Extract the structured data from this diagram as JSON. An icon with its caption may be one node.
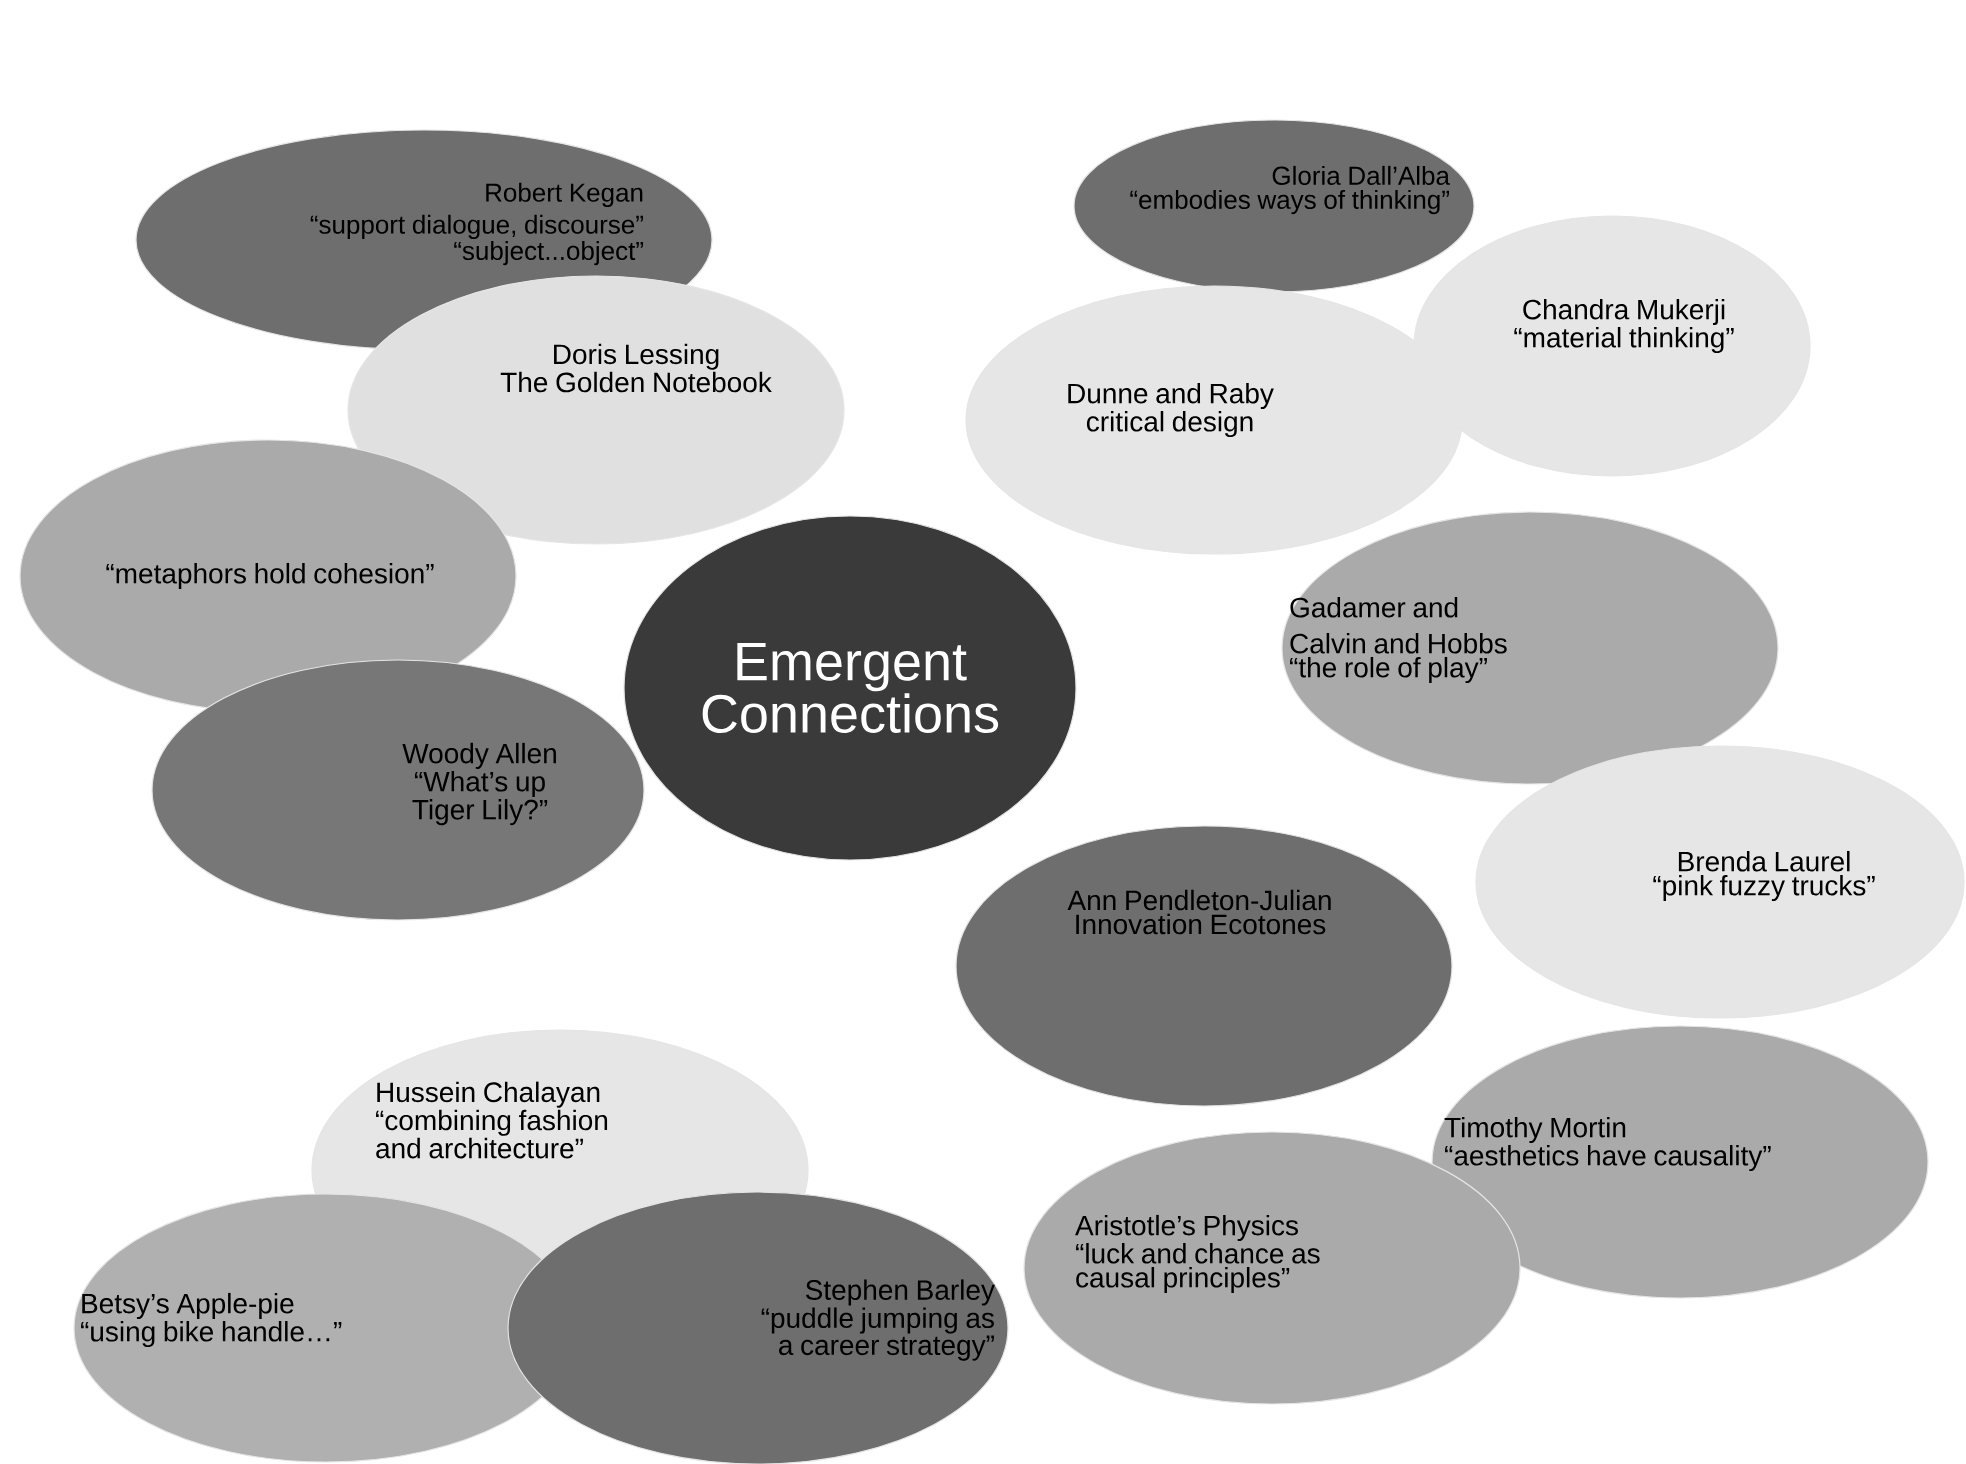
{
  "diagram": {
    "nodes": [
      {
        "text": [
          "Robert Kegan",
          "“support dialogue, discourse”",
          "“subject...object”"
        ]
      },
      {
        "text": [
          "Gloria Dall’Alba",
          "“embodies ways of thinking”"
        ]
      },
      {
        "text": [
          "Doris Lessing",
          "The Golden Notebook"
        ]
      },
      {
        "text": [
          "Dunne and Raby",
          "critical design"
        ]
      },
      {
        "text": [
          "Chandra Mukerji",
          "“material thinking”"
        ]
      },
      {
        "text": [
          "“metaphors hold cohesion”"
        ]
      },
      {
        "text": [
          "Emergent Connections"
        ]
      },
      {
        "text": [
          "Gadamer and Calvin and Hobbs",
          "“the role of play”"
        ]
      },
      {
        "text": [
          "Woody Allen",
          "“What’s up Tiger Lily?”"
        ]
      },
      {
        "text": [
          "Brenda Laurel",
          "“pink fuzzy trucks”"
        ]
      },
      {
        "text": [
          "Ann Pendleton-Julian",
          "Innovation Ecotones"
        ]
      },
      {
        "text": [
          "Hussein Chalayan",
          "“combining fashion and architecture”"
        ]
      },
      {
        "text": [
          "Timothy Mortin",
          "“aesthetics have causality”"
        ]
      },
      {
        "text": [
          "Aristotle’s Physics",
          "“luck and chance as causal principles”"
        ]
      },
      {
        "text": [
          "Betsy’s Apple-pie",
          "“using bike handle…”"
        ]
      },
      {
        "text": [
          "Stephen Barley",
          "“puddle jumping as a career strategy”"
        ]
      }
    ]
  }
}
